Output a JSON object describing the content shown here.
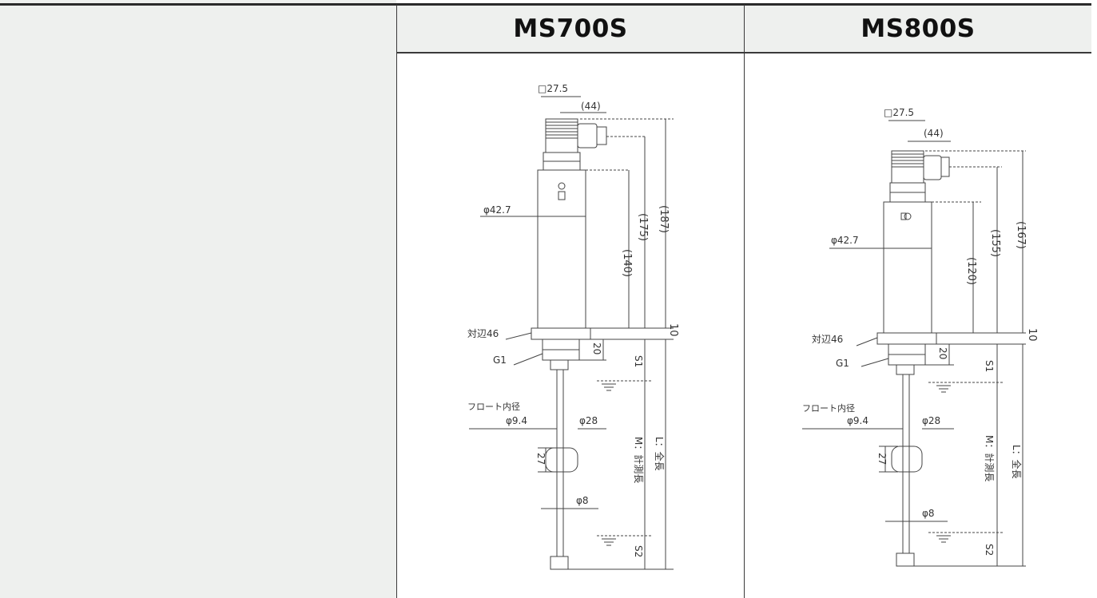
{
  "models": [
    {
      "name": "MS700S",
      "dims": {
        "square": "□27.5",
        "connector": "(44)",
        "diameter": "φ42.7",
        "h1": "(140)",
        "h2": "(175)",
        "h3": "(187)",
        "gap": "10",
        "hex": "対辺46",
        "thread": "G1",
        "thread_len": "20",
        "s1": "S1",
        "s2": "S2",
        "float_label": "フロート内径",
        "float_inner": "φ9.4",
        "float_od": "φ28",
        "float_h": "27",
        "rod": "φ8",
        "m_label": "M：計測長",
        "l_label": "L：全長"
      }
    },
    {
      "name": "MS800S",
      "dims": {
        "square": "□27.5",
        "connector": "(44)",
        "diameter": "φ42.7",
        "h1": "(120)",
        "h2": "(155)",
        "h3": "(167)",
        "gap": "10",
        "hex": "対辺46",
        "thread": "G1",
        "thread_len": "20",
        "s1": "S1",
        "s2": "S2",
        "float_label": "フロート内径",
        "float_inner": "φ9.4",
        "float_od": "φ28",
        "float_h": "27",
        "rod": "φ8",
        "m_label": "M：計測長",
        "l_label": "L：全長"
      }
    }
  ],
  "colors": {
    "header_bg": "#eef0ee",
    "line": "#3a3a3a",
    "drawing": "#444444"
  }
}
